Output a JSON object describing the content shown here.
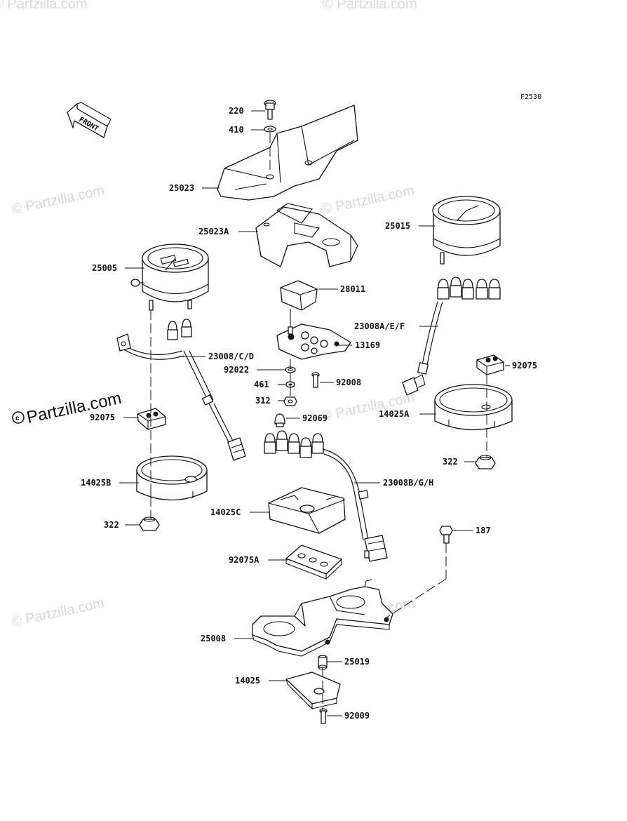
{
  "figure_code": "F2530",
  "front_label": "FRONT",
  "watermark": {
    "text": "© Partzilla.com",
    "brand": "Partzilla.com"
  },
  "callouts": {
    "c220": "220",
    "c410": "410",
    "c25023": "25023",
    "c25023A": "25023A",
    "c25015": "25015",
    "c25005": "25005",
    "c28011": "28011",
    "c23008AEF": "23008A/E/F",
    "c13169": "13169",
    "c23008CD": "23008/C/D",
    "c92075R": "92075",
    "c92022": "92022",
    "c461": "461",
    "c92008": "92008",
    "c312": "312",
    "c92075L": "92075",
    "c92069": "92069",
    "c14025A": "14025A",
    "c322R": "322",
    "c14025B": "14025B",
    "c23008BGH": "23008B/G/H",
    "c14025C": "14025C",
    "c322L": "322",
    "c187": "187",
    "c92075A": "92075A",
    "c25008": "25008",
    "c25019": "25019",
    "c14025": "14025",
    "c92009": "92009"
  }
}
